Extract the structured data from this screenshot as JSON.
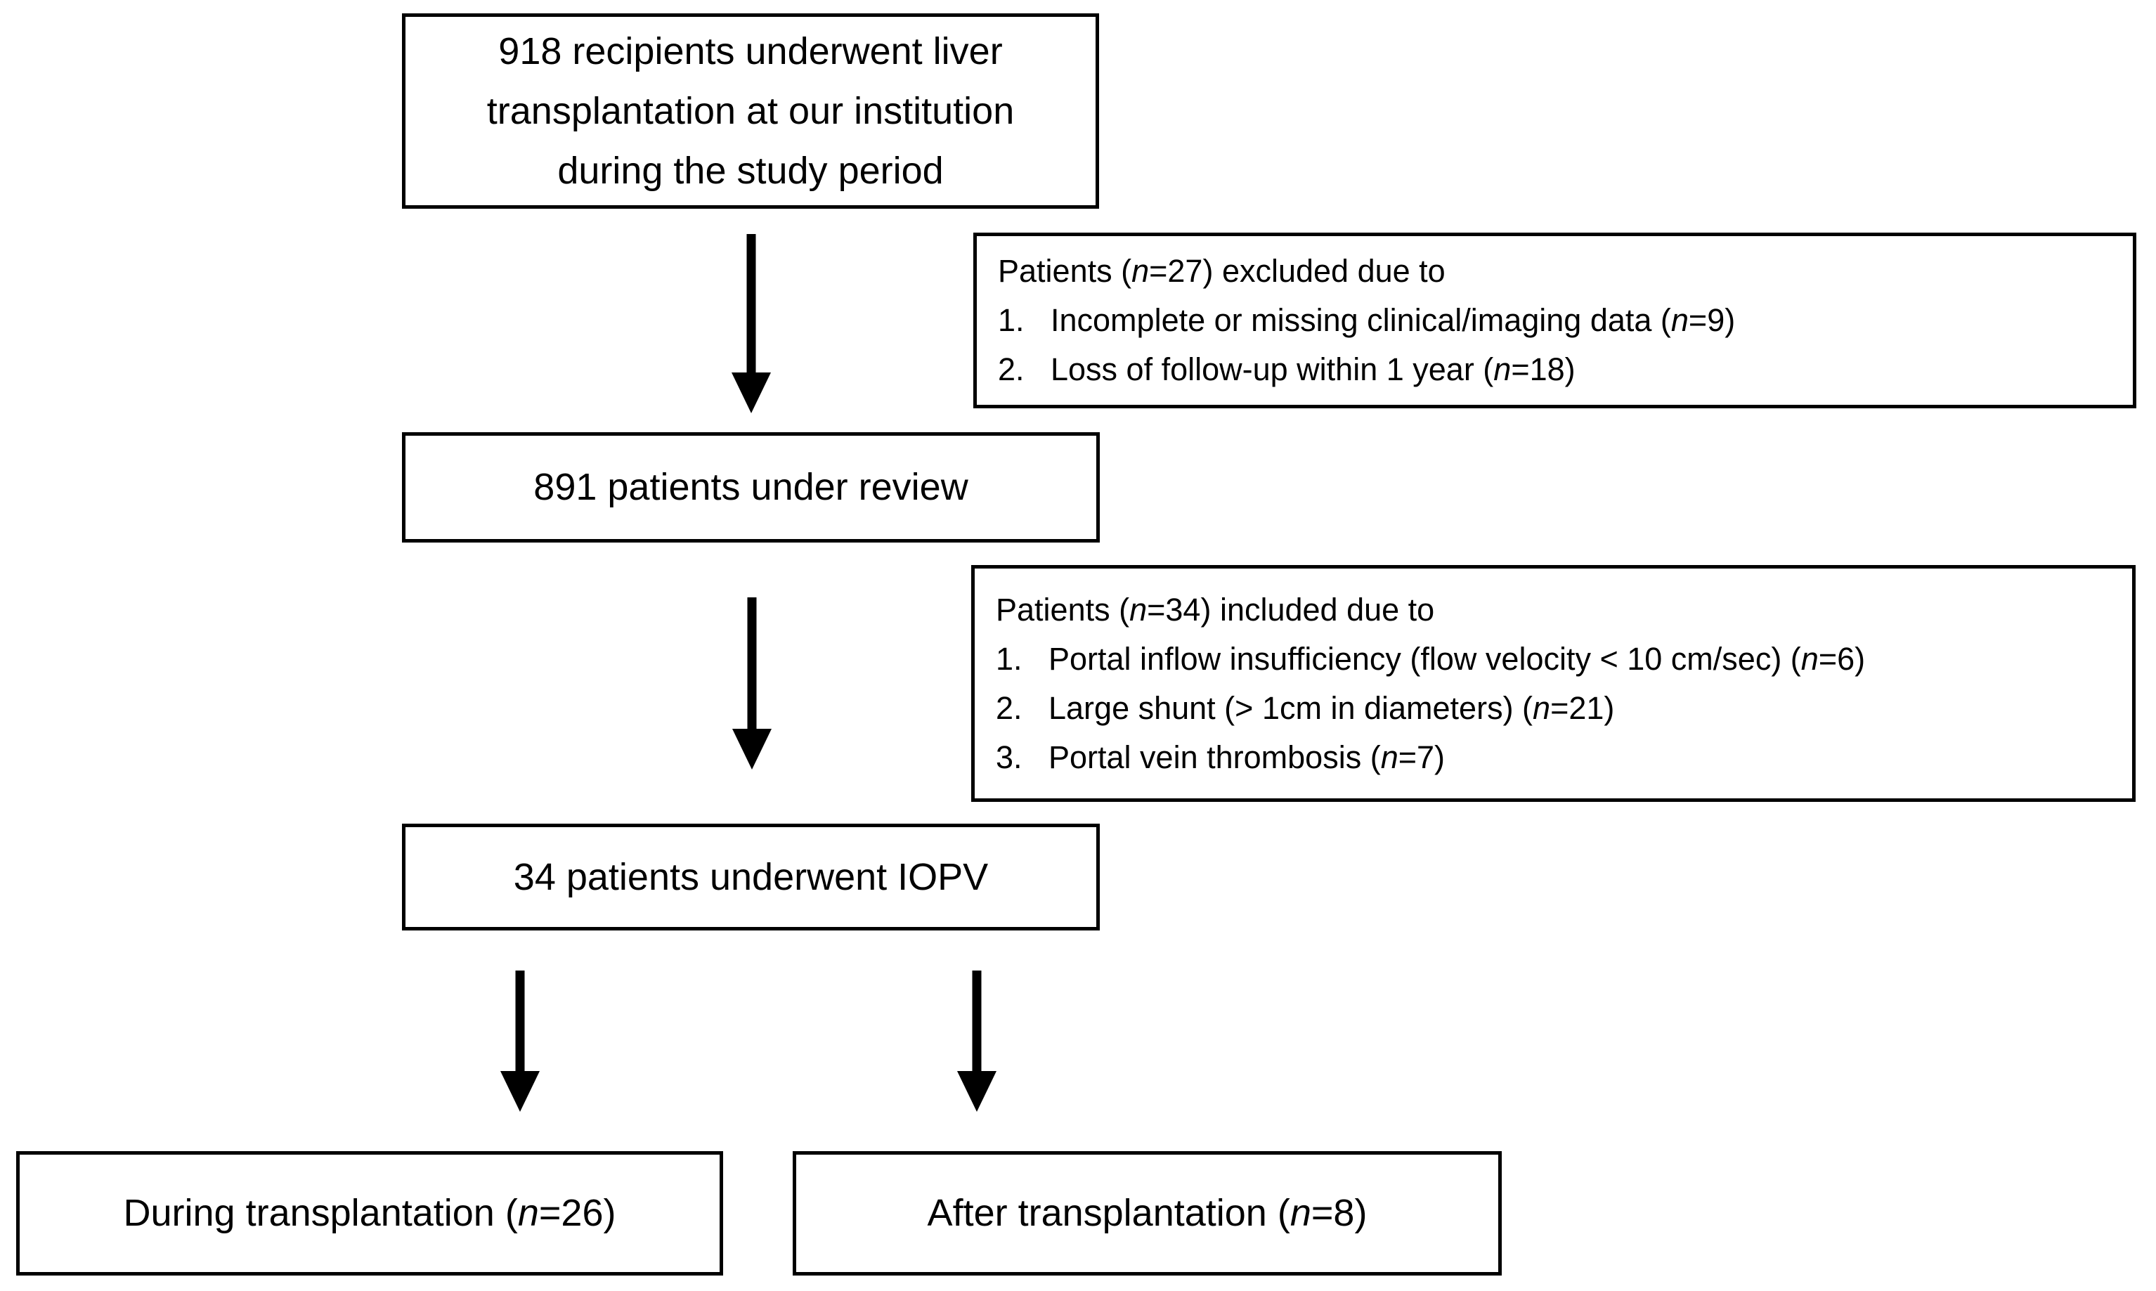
{
  "flowchart": {
    "colors": {
      "border": "#000000",
      "background": "#ffffff",
      "text": "#000000"
    },
    "top_box": {
      "lines": [
        "918 recipients underwent liver",
        "transplantation at our institution",
        "during the study period"
      ]
    },
    "excluded_box": {
      "header": "Patients (*n*=27) excluded due to",
      "items": [
        {
          "num": "1.",
          "text": "Incomplete or missing clinical/imaging data (*n*=9)"
        },
        {
          "num": "2.",
          "text": "Loss of follow-up within 1 year (*n*=18)"
        }
      ]
    },
    "review_box": {
      "text": "891 patients under review"
    },
    "included_box": {
      "header": "Patients (*n*=34) included due to",
      "items": [
        {
          "num": "1.",
          "text": "Portal inflow insufficiency (flow velocity < 10 cm/sec) (*n*=6)"
        },
        {
          "num": "2.",
          "text": "Large shunt (> 1cm in diameters) (*n*=21)"
        },
        {
          "num": "3.",
          "text": "Portal vein thrombosis (*n*=7)"
        }
      ]
    },
    "iopv_box": {
      "text": "34 patients underwent IOPV"
    },
    "during_box": {
      "text": "During transplantation (*n*=26)"
    },
    "after_box": {
      "text": "After transplantation (*n*=8)"
    }
  }
}
